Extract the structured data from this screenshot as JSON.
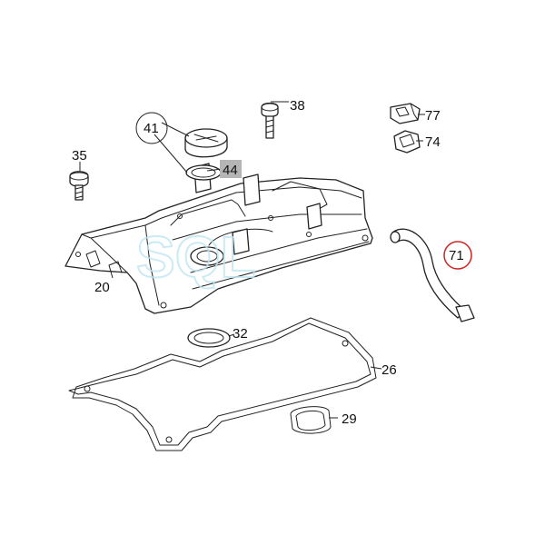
{
  "callouts": [
    {
      "id": "c20",
      "text": "20"
    },
    {
      "id": "c26",
      "text": "26"
    },
    {
      "id": "c29",
      "text": "29"
    },
    {
      "id": "c32",
      "text": "32"
    },
    {
      "id": "c35",
      "text": "35"
    },
    {
      "id": "c38",
      "text": "38"
    },
    {
      "id": "c41",
      "text": "41"
    },
    {
      "id": "c44",
      "text": "44"
    },
    {
      "id": "c71",
      "text": "71"
    },
    {
      "id": "c74",
      "text": "74"
    },
    {
      "id": "c77",
      "text": "77"
    }
  ],
  "highlight": {
    "circled_part": "71",
    "circle_color": "#cc2222",
    "shaded_part": "44",
    "shade_color": "#b5b5b5"
  },
  "watermark": {
    "text": "SQL",
    "color": "#bfe6f2"
  }
}
